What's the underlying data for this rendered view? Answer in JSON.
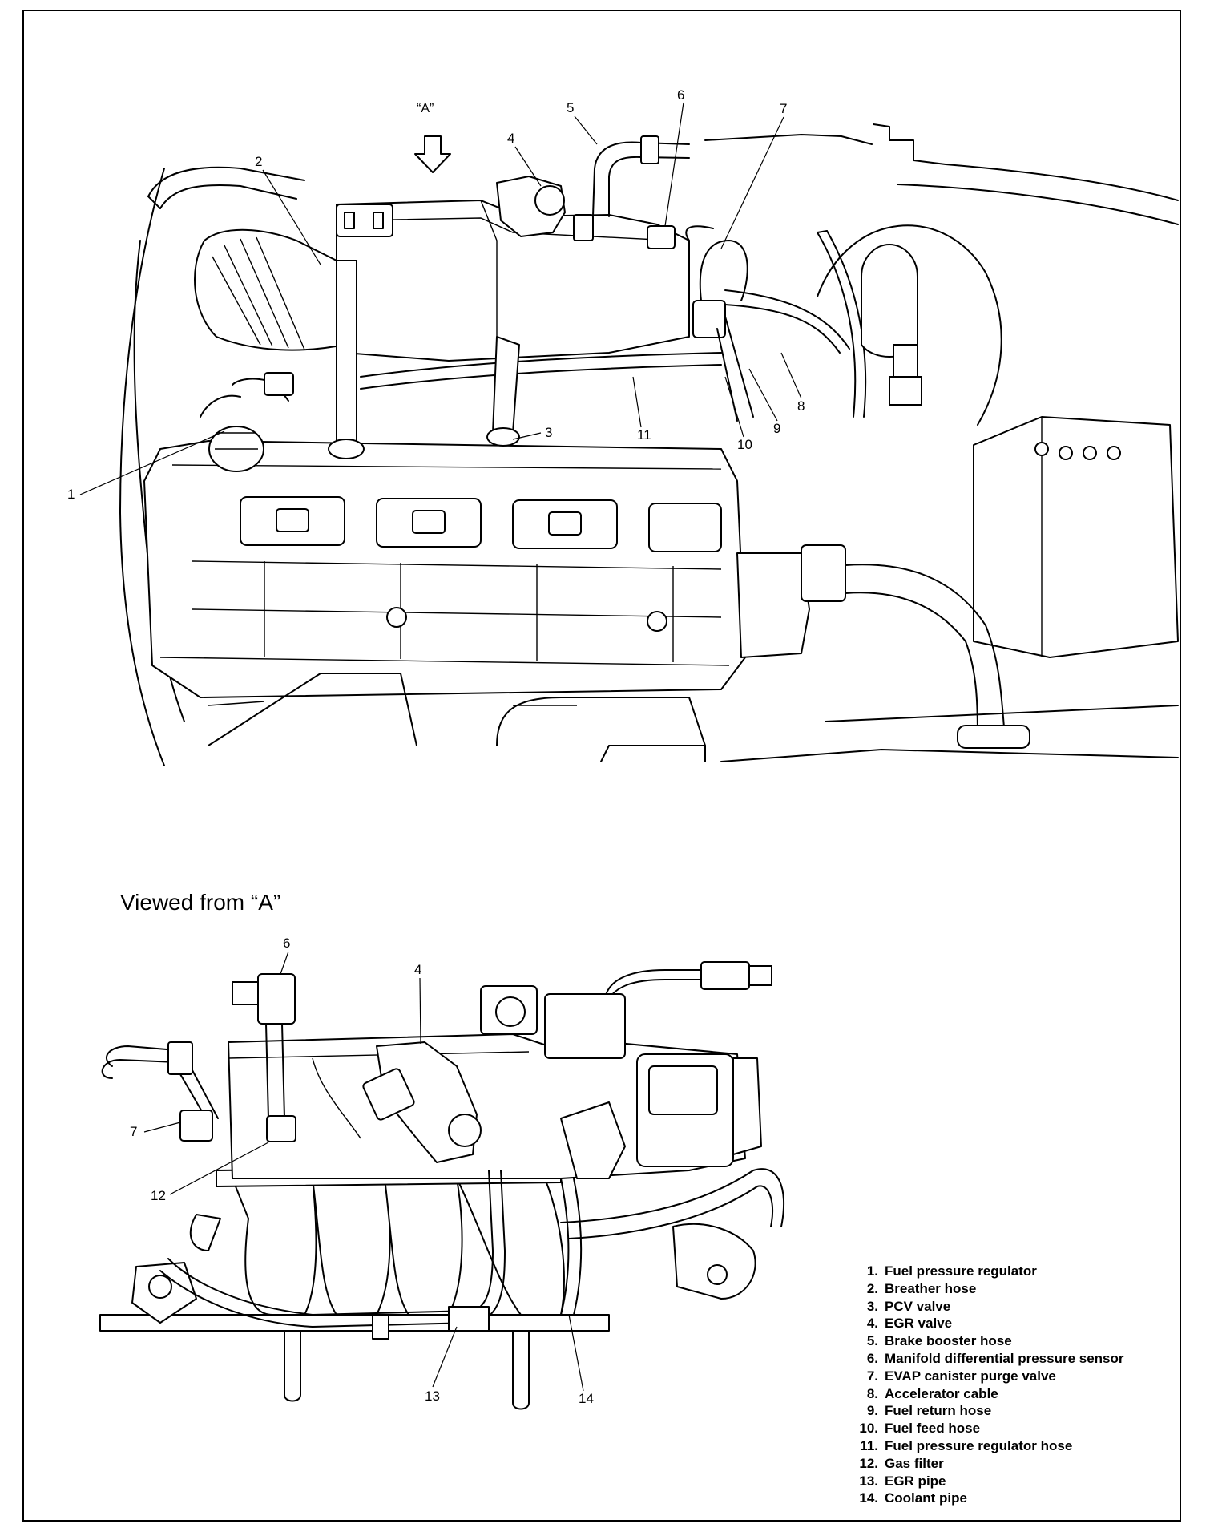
{
  "view_caption": "Viewed from “A”",
  "view_arrow_label": "“A”",
  "top_callouts": [
    "1",
    "2",
    "3",
    "4",
    "5",
    "6",
    "7",
    "8",
    "9",
    "10",
    "11"
  ],
  "bottom_callouts": [
    "6",
    "4",
    "7",
    "12",
    "13",
    "14"
  ],
  "legend": [
    {
      "num": "1.",
      "label": "Fuel pressure regulator"
    },
    {
      "num": "2.",
      "label": "Breather hose"
    },
    {
      "num": "3.",
      "label": "PCV valve"
    },
    {
      "num": "4.",
      "label": "EGR valve"
    },
    {
      "num": "5.",
      "label": "Brake booster hose"
    },
    {
      "num": "6.",
      "label": "Manifold differential pressure sensor"
    },
    {
      "num": "7.",
      "label": "EVAP canister purge valve"
    },
    {
      "num": "8.",
      "label": "Accelerator cable"
    },
    {
      "num": "9.",
      "label": "Fuel return hose"
    },
    {
      "num": "10.",
      "label": "Fuel feed hose"
    },
    {
      "num": "11.",
      "label": "Fuel pressure regulator hose"
    },
    {
      "num": "12.",
      "label": "Gas filter"
    },
    {
      "num": "13.",
      "label": "EGR pipe"
    },
    {
      "num": "14.",
      "label": "Coolant pipe"
    }
  ]
}
